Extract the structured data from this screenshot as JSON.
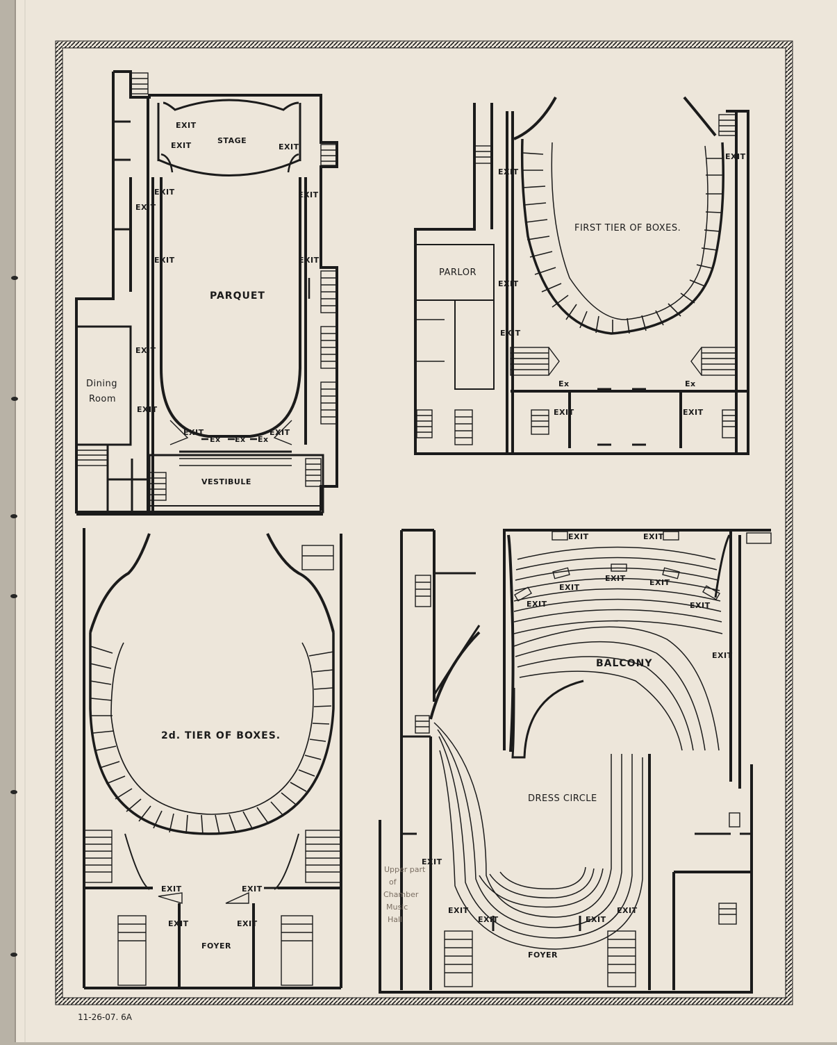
{
  "plans": {
    "parquet": {
      "title": "PARQUET",
      "stage": "STAGE",
      "vestibule": "VESTIBULE",
      "dining_room_line1": "Dining",
      "dining_room_line2": "Room",
      "exit": "EXIT",
      "ex": "Ex"
    },
    "first_tier": {
      "title": "FIRST TIER OF BOXES.",
      "parlor": "PARLOR",
      "exit": "EXIT",
      "ex": "Ex"
    },
    "second_tier": {
      "title": "2d. TIER OF BOXES.",
      "foyer": "FOYER",
      "exit": "EXIT"
    },
    "balcony": {
      "title": "BALCONY",
      "dress_circle": "DRESS CIRCLE",
      "foyer": "FOYER",
      "exit": "EXIT",
      "chamber_line1": "Upper part",
      "chamber_line2": "of",
      "chamber_line3": "Chamber",
      "chamber_line4": "Music",
      "chamber_line5": "Hall"
    }
  },
  "archive_note": "11-26-07. 6A",
  "colors": {
    "paper": "#ede6da",
    "ink": "#1b1b1b",
    "binding": "#b8b2a6"
  }
}
